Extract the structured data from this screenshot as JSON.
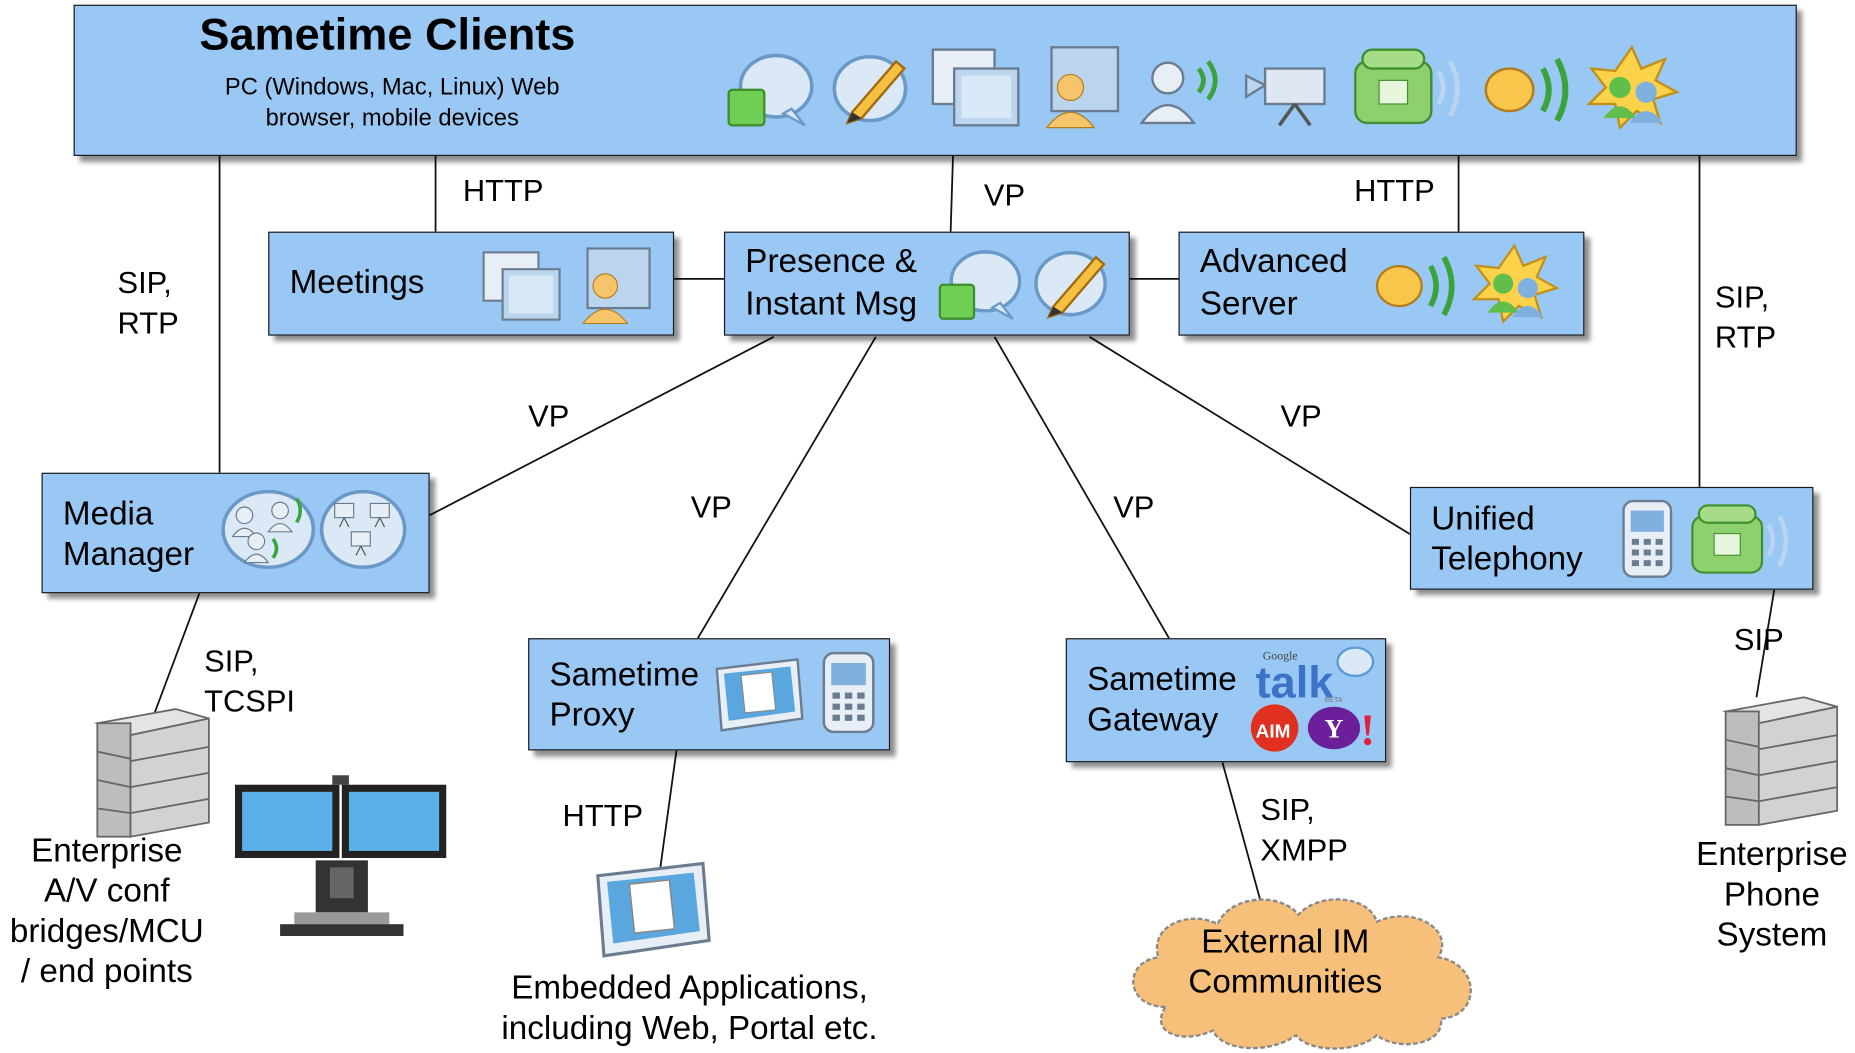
{
  "top_box": {
    "title": "Sametime Clients",
    "subtitle_line1": "PC (Windows, Mac, Linux) Web",
    "subtitle_line2": "browser, mobile devices"
  },
  "boxes": {
    "meetings": {
      "line1": "Meetings"
    },
    "presence": {
      "line1": "Presence &",
      "line2": "Instant Msg"
    },
    "advanced": {
      "line1": "Advanced",
      "line2": "Server"
    },
    "media": {
      "line1": "Media",
      "line2": "Manager"
    },
    "proxy": {
      "line1": "Sametime",
      "line2": "Proxy"
    },
    "gateway": {
      "line1": "Sametime",
      "line2": "Gateway"
    },
    "telephony": {
      "line1": "Unified",
      "line2": "Telephony"
    }
  },
  "protocols": {
    "http_meetings": "HTTP",
    "vp_top": "VP",
    "http_advanced": "HTTP",
    "sip_rtp_left_1": "SIP,",
    "sip_rtp_left_2": "RTP",
    "sip_rtp_right_1": "SIP,",
    "sip_rtp_right_2": "RTP",
    "vp_media": "VP",
    "vp_proxy": "VP",
    "vp_gateway": "VP",
    "vp_telephony": "VP",
    "sip_tcspi_1": "SIP,",
    "sip_tcspi_2": "TCSPI",
    "http_embedded": "HTTP",
    "sip_xmpp_1": "SIP,",
    "sip_xmpp_2": "XMPP",
    "sip_phone": "SIP"
  },
  "endpoints": {
    "av_1": "Enterprise",
    "av_2": "A/V  conf",
    "av_3": "bridges/MCU",
    "av_4": "/ end points",
    "embedded_1": "Embedded Applications,",
    "embedded_2": "including Web, Portal etc.",
    "cloud_1": "External IM",
    "cloud_2": "Communities",
    "phone_1": "Enterprise",
    "phone_2": "Phone",
    "phone_3": "System"
  },
  "logos": {
    "google_small": "Google",
    "talk": "talk",
    "beta": "BETA",
    "aim": "AIM",
    "yahoo": "Y",
    "yahoo_bang": "!"
  },
  "icons": [
    "chat-bubble-icon",
    "edit-pencil-icon",
    "screens-icon",
    "meeting-screen-icon",
    "audio-user-icon",
    "video-camera-icon",
    "telephone-icon",
    "broadcast-icon",
    "community-icon",
    "media-audio-icon",
    "media-video-icon",
    "mobile-phone-icon",
    "tablet-icon",
    "server-rack-icon",
    "video-conference-icon",
    "cloud-icon"
  ],
  "colors": {
    "box_fill": "#99c8f4",
    "box_border": "#1a1a1a",
    "cloud_fill": "#f7c07a",
    "icon_blue": "#5b9bd5",
    "icon_green": "#5fbf4a",
    "icon_orange": "#f0a020"
  }
}
